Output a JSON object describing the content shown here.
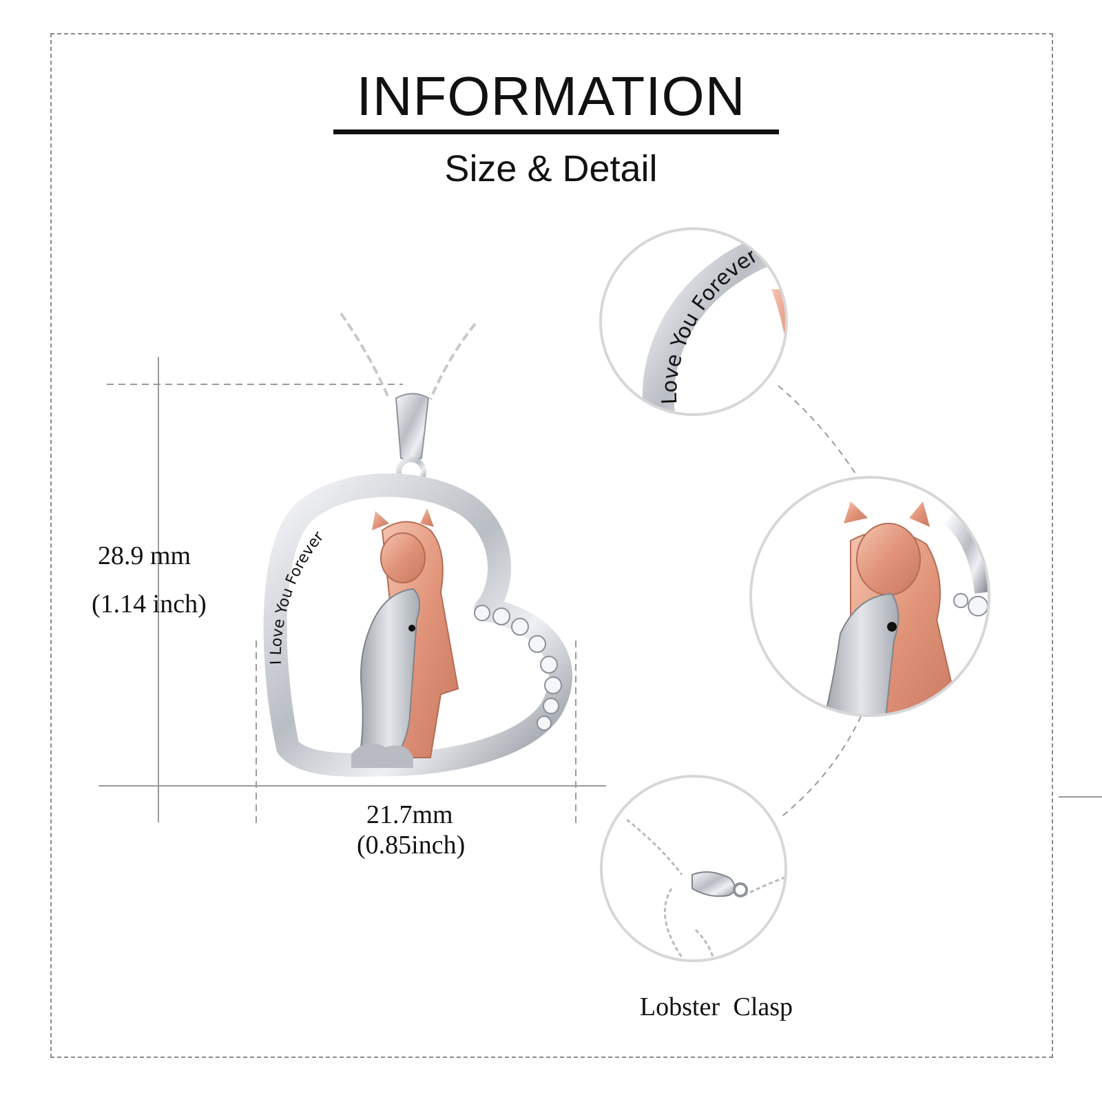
{
  "header": {
    "title": "INFORMATION",
    "subtitle": "Size & Detail"
  },
  "dimensions": {
    "height_mm": "28.9 mm",
    "height_inch": "(1.14 inch)",
    "width_mm": "21.7mm",
    "width_inch": "(0.85inch)"
  },
  "engraving": "I Love You Forever",
  "details": {
    "clasp_label": "Lobster  Clasp"
  },
  "colors": {
    "silver": "#c9ccd1",
    "rose_gold": "#e8a188",
    "stone": "#f4f6fa",
    "guide_lines": "#9a9a9a"
  },
  "icons": [
    "pendant-image",
    "engraving-detail-image",
    "girl-dolphin-detail-image",
    "lobster-clasp-image"
  ]
}
